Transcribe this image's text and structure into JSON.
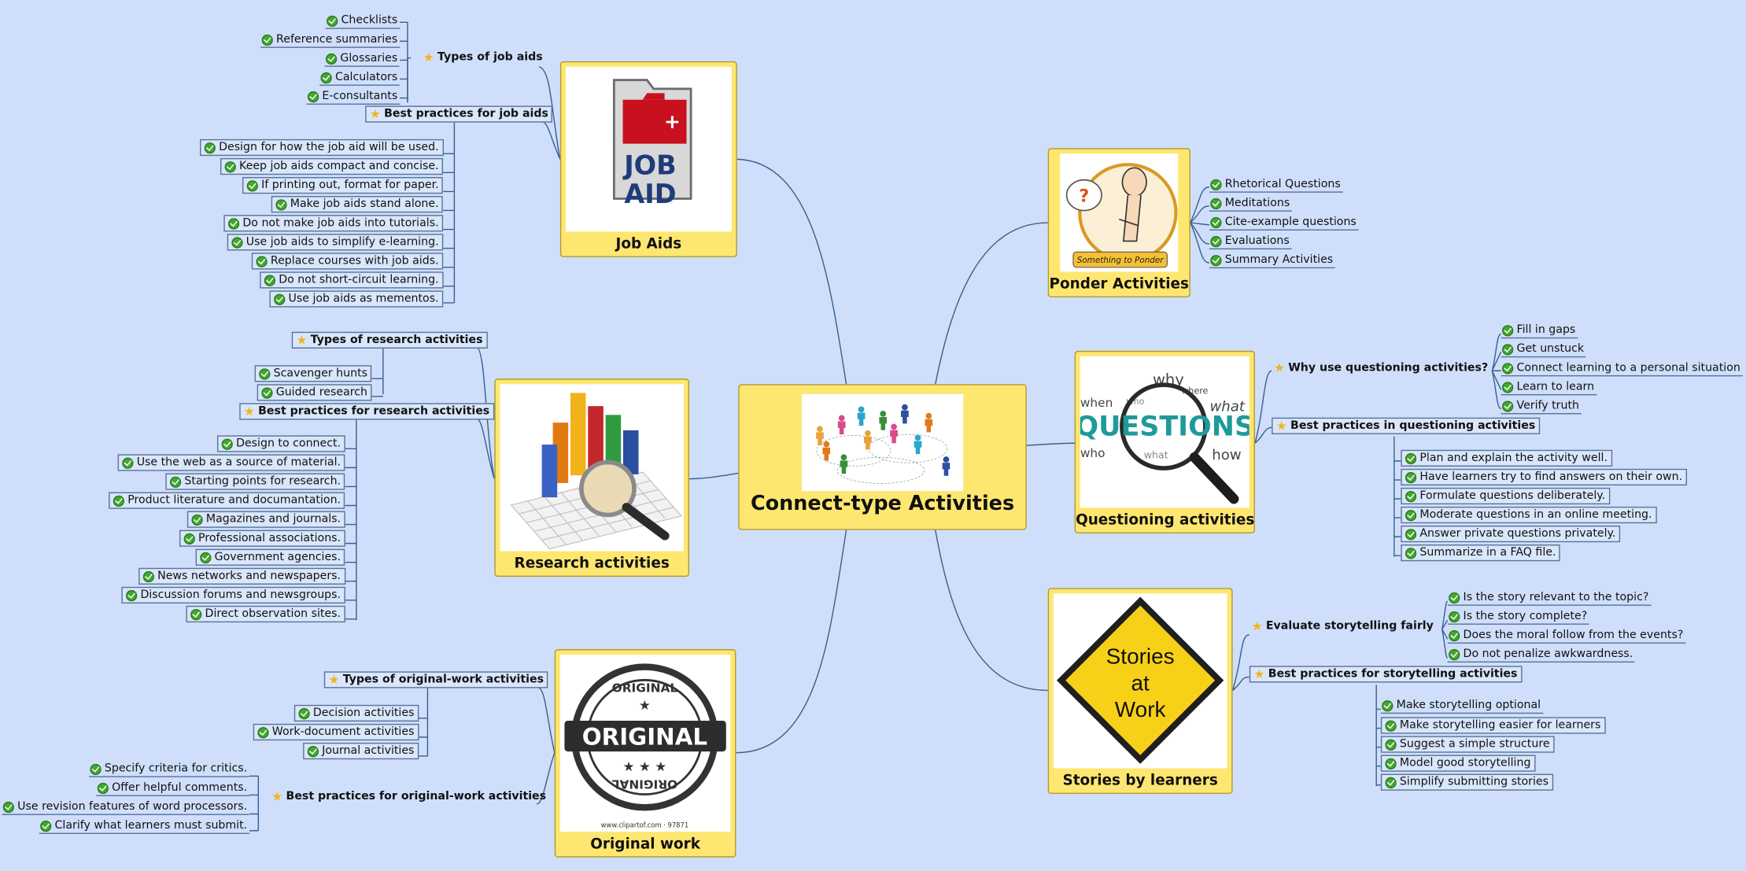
{
  "central": {
    "title": "Connect-type Activities",
    "image_colors": [
      "#e9a33b",
      "#d94b8b",
      "#2aa6c9",
      "#3a8f3a",
      "#2c4fa0",
      "#e07a1a"
    ]
  },
  "colors": {
    "background": "#cfdffb",
    "node_fill": "#fde771",
    "connector": "#3b5f8f",
    "check": "#43a82f",
    "star": "#f2b418"
  },
  "job_aids": {
    "title": "Job Aids",
    "image_text": [
      "JOB",
      "AID"
    ],
    "types_label": "Types of job aids",
    "types": [
      "Checklists",
      "Reference summaries",
      "Glossaries",
      "Calculators",
      "E-consultants"
    ],
    "practices_label": "Best practices for job aids",
    "practices": [
      "Design for how the job aid will be used.",
      "Keep job aids compact and concise.",
      "If printing out, format for paper.",
      "Make job aids stand alone.",
      "Do not make job aids into tutorials.",
      "Use job aids to simplify e-learning.",
      "Replace courses with job aids.",
      "Do not short-circuit learning.",
      "Use job aids as mementos."
    ]
  },
  "research": {
    "title": "Research activities",
    "types_label": "Types of research activities",
    "types": [
      "Scavenger hunts",
      "Guided research"
    ],
    "practices_label": "Best practices for research activities",
    "practices": [
      "Design to connect.",
      "Use the web as a source of material.",
      "Starting points for research.",
      "Product literature and documantation.",
      "Magazines and journals.",
      "Professional associations.",
      "Government agencies.",
      "News networks and newspapers.",
      "Discussion forums and newsgroups.",
      "Direct observation sites."
    ]
  },
  "original": {
    "title": "Original work",
    "image_text": [
      "ORIGINAL",
      "ORIGINAL",
      "ORIGINAL",
      "www.clipartof.com · 97871"
    ],
    "types_label": "Types of original-work activities",
    "types": [
      "Decision activities",
      "Work-document activities",
      "Journal activities"
    ],
    "practices_label": "Best practices for original-work activities",
    "practices": [
      "Specify criteria for critics.",
      "Offer helpful comments.",
      "Use revision features of word processors.",
      "Clarify what learners must submit."
    ]
  },
  "ponder": {
    "title": "Ponder Activities",
    "image_text": [
      "Something to Ponder"
    ],
    "items": [
      "Rhetorical Questions",
      "Meditations",
      "Cite-example questions",
      "Evaluations",
      "Summary Activities"
    ]
  },
  "questioning": {
    "title": "Questioning activities",
    "image_text": [
      "QUESTIONS",
      "why",
      "what",
      "how",
      "when",
      "who",
      "where",
      "what",
      "who"
    ],
    "why_label": "Why use questioning activities?",
    "why": [
      "Fill in gaps",
      "Get unstuck",
      "Connect learning to a personal situation",
      "Learn to learn",
      "Verify truth"
    ],
    "practices_label": "Best practices in questioning activities",
    "practices": [
      "Plan and explain the activity well.",
      "Have learners try to find answers on their own.",
      "Formulate questions deliberately.",
      "Moderate questions in an online meeting.",
      "Answer private questions privately.",
      "Summarize in a FAQ file."
    ]
  },
  "stories": {
    "title": "Stories by learners",
    "image_text": [
      "Stories",
      "at",
      "Work"
    ],
    "evaluate_label": "Evaluate storytelling fairly",
    "evaluate": [
      "Is the story relevant to the topic?",
      "Is the story complete?",
      "Does the moral follow from the events?",
      "Do not penalize awkwardness."
    ],
    "practices_label": "Best practices for storytelling activities",
    "practices": [
      "Make storytelling optional",
      "Make storytelling easier for learners",
      "Suggest a simple structure",
      "Model good storytelling",
      "Simplify submitting stories"
    ]
  }
}
